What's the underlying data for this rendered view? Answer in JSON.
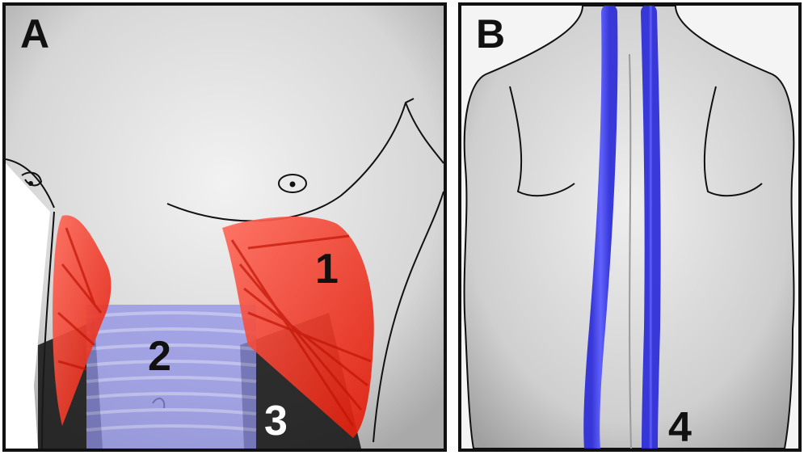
{
  "panels": {
    "a": {
      "letter": "A"
    },
    "b": {
      "letter": "B"
    }
  },
  "labels": {
    "one": "1",
    "two": "2",
    "three": "3",
    "four": "4"
  },
  "colors": {
    "red_muscle": "#ff2a14",
    "blue_muscle": "#8f90e6",
    "erector_blue": "#3a3aee",
    "skin_light": "#ececec",
    "skin_dark": "#bdbdbd",
    "outline": "#111111"
  }
}
